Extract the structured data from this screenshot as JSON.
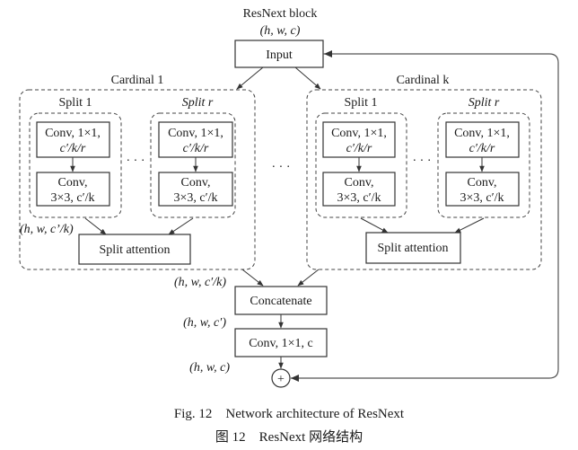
{
  "title": "ResNext block",
  "input_shape": "(h, w, c)",
  "input_label": "Input",
  "cardinals": [
    {
      "label": "Cardinal 1",
      "splits": [
        {
          "label": "Split 1",
          "conv1_line1": "Conv, 1×1,",
          "conv1_line2": "c′/k/r",
          "conv3_line1": "Conv,",
          "conv3_line2": "3×3, c′/k"
        },
        {
          "label": "Split r",
          "conv1_line1": "Conv, 1×1,",
          "conv1_line2": "c′/k/r",
          "conv3_line1": "Conv,",
          "conv3_line2": "3×3, c′/k"
        }
      ],
      "ellipsis": "· · ·",
      "split_shape": "(h, w, c’/k)",
      "attention_label": "Split attention"
    },
    {
      "label": "Cardinal k",
      "splits": [
        {
          "label": "Split 1",
          "conv1_line1": "Conv, 1×1,",
          "conv1_line2": "c′/k/r",
          "conv3_line1": "Conv,",
          "conv3_line2": "3×3, c′/k"
        },
        {
          "label": "Split r",
          "conv1_line1": "Conv, 1×1,",
          "conv1_line2": "c′/k/r",
          "conv3_line1": "Conv,",
          "conv3_line2": "3×3, c′/k"
        }
      ],
      "ellipsis": "· · ·",
      "attention_label": "Split attention"
    }
  ],
  "between_cardinals_ellipsis": "· · ·",
  "concat_shape": "(h, w, c′/k)",
  "concat_label": "Concatenate",
  "conv_shape": "(h, w, c′)",
  "conv_label": "Conv, 1×1, c",
  "output_shape": "(h, w, c)",
  "add_symbol": "+",
  "caption_en": "Fig. 12    Network architecture of ResNext",
  "caption_zh": "图 12    ResNext 网络结构"
}
